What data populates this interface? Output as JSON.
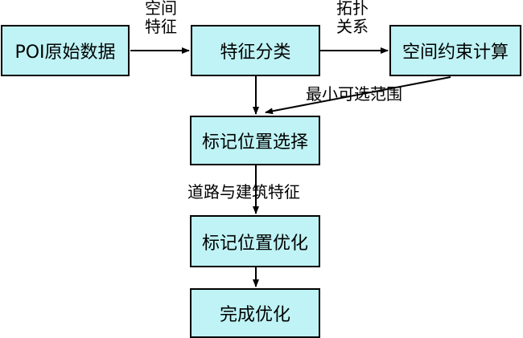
{
  "nodes": {
    "poi_data": "POI原始数据",
    "feature_classification": "特征分类",
    "spatial_constraint": "空间约束计算",
    "label_position_selection": "标记位置选择",
    "label_position_optimization": "标记位置优化",
    "optimization_complete": "完成优化"
  },
  "edge_labels": {
    "spatial_feature_line1": "空间",
    "spatial_feature_line2": "特征",
    "topology_line1": "拓扑",
    "topology_line2": "关系",
    "min_selectable_range": "最小可选范围",
    "road_building_features": "道路与建筑特征"
  },
  "colors": {
    "box_fill": "#bff3f5",
    "stroke": "#000000"
  }
}
